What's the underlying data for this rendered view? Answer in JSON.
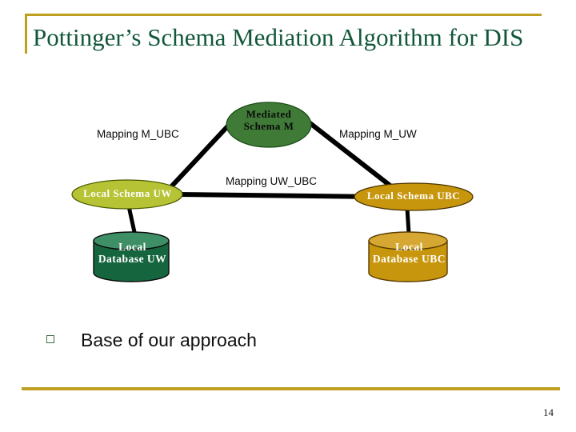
{
  "slide": {
    "title": "Pottinger’s Schema Mediation Algorithm for DIS",
    "page_number": "14",
    "bullet": {
      "marker": "square-bullet-icon",
      "text": "Base of our approach"
    },
    "colors": {
      "title_text": "#11573a",
      "accent_rule": "#bf9f20",
      "mediated_fill": "#3f7a37",
      "local_uw_fill": "#b5c334",
      "local_ubc_fill": "#c8960c",
      "db_uw_fill": "#15663f",
      "db_ubc_fill": "#c8960c",
      "edge": "#000000",
      "background": "#ffffff"
    }
  },
  "diagram": {
    "name": "schema-mediation-diagram",
    "nodes": [
      {
        "id": "mediated-schema",
        "shape": "ellipse",
        "label": "Mediated\nSchema M",
        "line1": "Mediated",
        "line2": "Schema M",
        "fill": "#3f7a37",
        "text_color": "#0a0a0a"
      },
      {
        "id": "local-schema-uw",
        "shape": "ellipse",
        "label": "Local Schema UW",
        "fill": "#b5c334",
        "text_color": "#ffffff"
      },
      {
        "id": "local-schema-ubc",
        "shape": "ellipse",
        "label": "Local Schema UBC",
        "fill": "#c8960c",
        "text_color": "#ffffff"
      },
      {
        "id": "local-database-uw",
        "shape": "cylinder",
        "line1": "Local",
        "line2": "Database UW",
        "label": "Local Database UW",
        "fill": "#15663f",
        "text_color": "#ffffff"
      },
      {
        "id": "local-database-ubc",
        "shape": "cylinder",
        "line1": "Local",
        "line2": "Database UBC",
        "label": "Local Database UBC",
        "fill": "#c8960c",
        "text_color": "#ffffff"
      }
    ],
    "edges": [
      {
        "id": "mapping-m-ubc",
        "label": "Mapping M_UBC",
        "from": "mediated-schema",
        "to": "local-schema-uw"
      },
      {
        "id": "mapping-m-uw",
        "label": "Mapping M_UW",
        "from": "mediated-schema",
        "to": "local-schema-ubc"
      },
      {
        "id": "mapping-uw-ubc",
        "label": "Mapping UW_UBC",
        "from": "local-schema-uw",
        "to": "local-schema-ubc"
      },
      {
        "id": "uw-schema-to-db",
        "label": "",
        "from": "local-schema-uw",
        "to": "local-database-uw"
      },
      {
        "id": "ubc-schema-to-db",
        "label": "",
        "from": "local-schema-ubc",
        "to": "local-database-ubc"
      }
    ]
  }
}
